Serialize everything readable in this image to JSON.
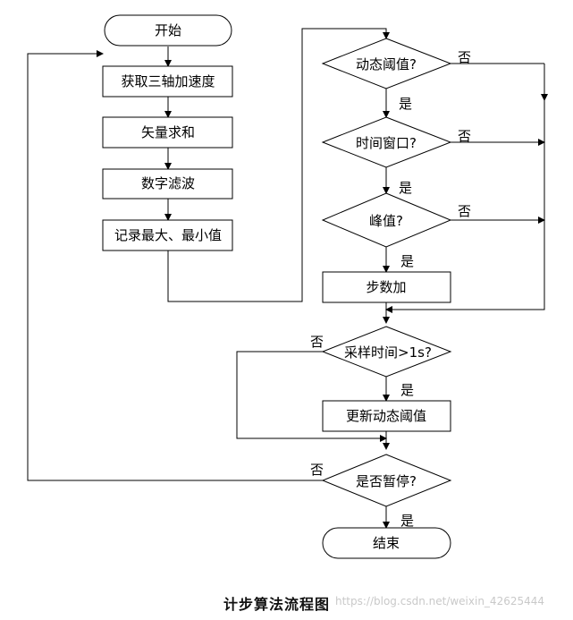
{
  "nodes": {
    "start": "开始",
    "acquire": "获取三轴加速度",
    "vector_sum": "矢量求和",
    "filter": "数字滤波",
    "record": "记录最大、最小值",
    "dyn_threshold_q": "动态阈值?",
    "time_window_q": "时间窗口?",
    "peak_q": "峰值?",
    "step_add": "步数加",
    "sample_time_q": "采样时间>1s?",
    "update_threshold": "更新动态阈值",
    "pause_q": "是否暂停?",
    "end": "结束"
  },
  "labels": {
    "yes": "是",
    "no": "否"
  },
  "caption": {
    "title": "计步算法流程图",
    "watermark": "https://blog.csdn.net/weixin_42625444"
  }
}
